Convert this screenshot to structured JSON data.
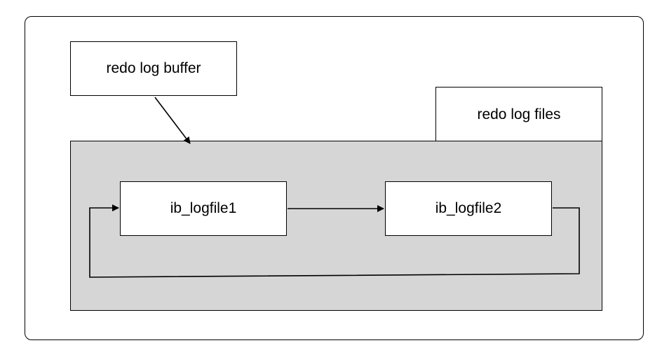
{
  "diagram": {
    "buffer_label": "redo log buffer",
    "files_label": "redo log files",
    "file1_label": "ib_logfile1",
    "file2_label": "ib_logfile2"
  }
}
